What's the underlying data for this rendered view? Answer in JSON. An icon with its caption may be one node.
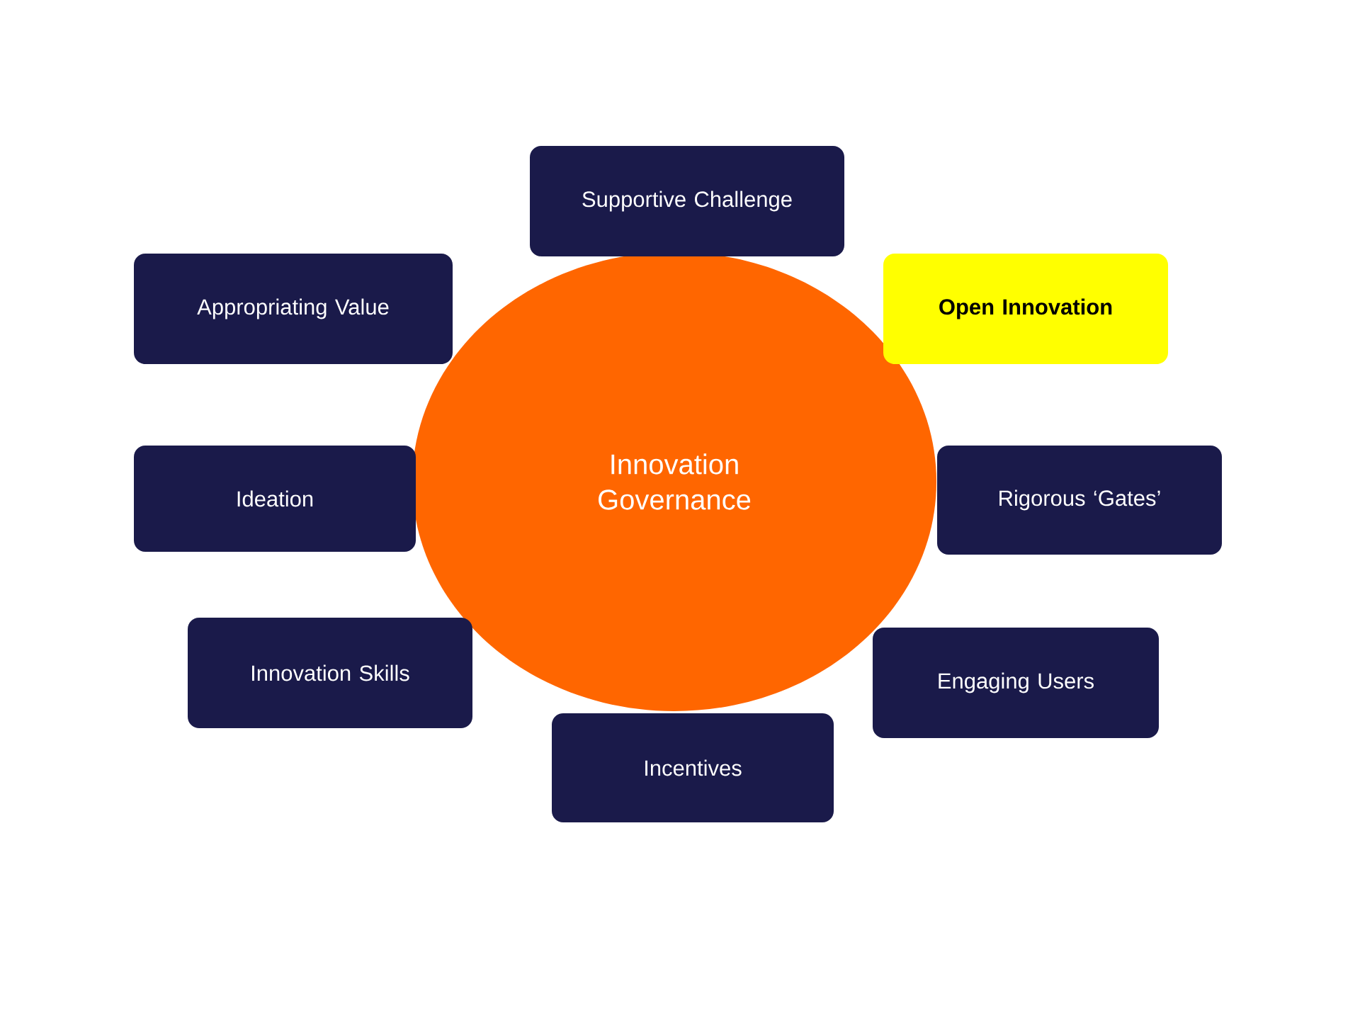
{
  "diagram": {
    "nodes": [
      {
        "text": [
          "Innovation Governance"
        ]
      },
      {
        "text": [
          "Supportive Challenge"
        ]
      },
      {
        "text": [
          "Appropriating Value"
        ]
      },
      {
        "text": [
          "Open Innovation"
        ]
      },
      {
        "text": [
          "Ideation"
        ]
      },
      {
        "text": [
          "Rigorous ‘Gates’"
        ]
      },
      {
        "text": [
          "Innovation Skills"
        ]
      },
      {
        "text": [
          "Engaging Users"
        ]
      },
      {
        "text": [
          "Incentives"
        ]
      }
    ]
  }
}
